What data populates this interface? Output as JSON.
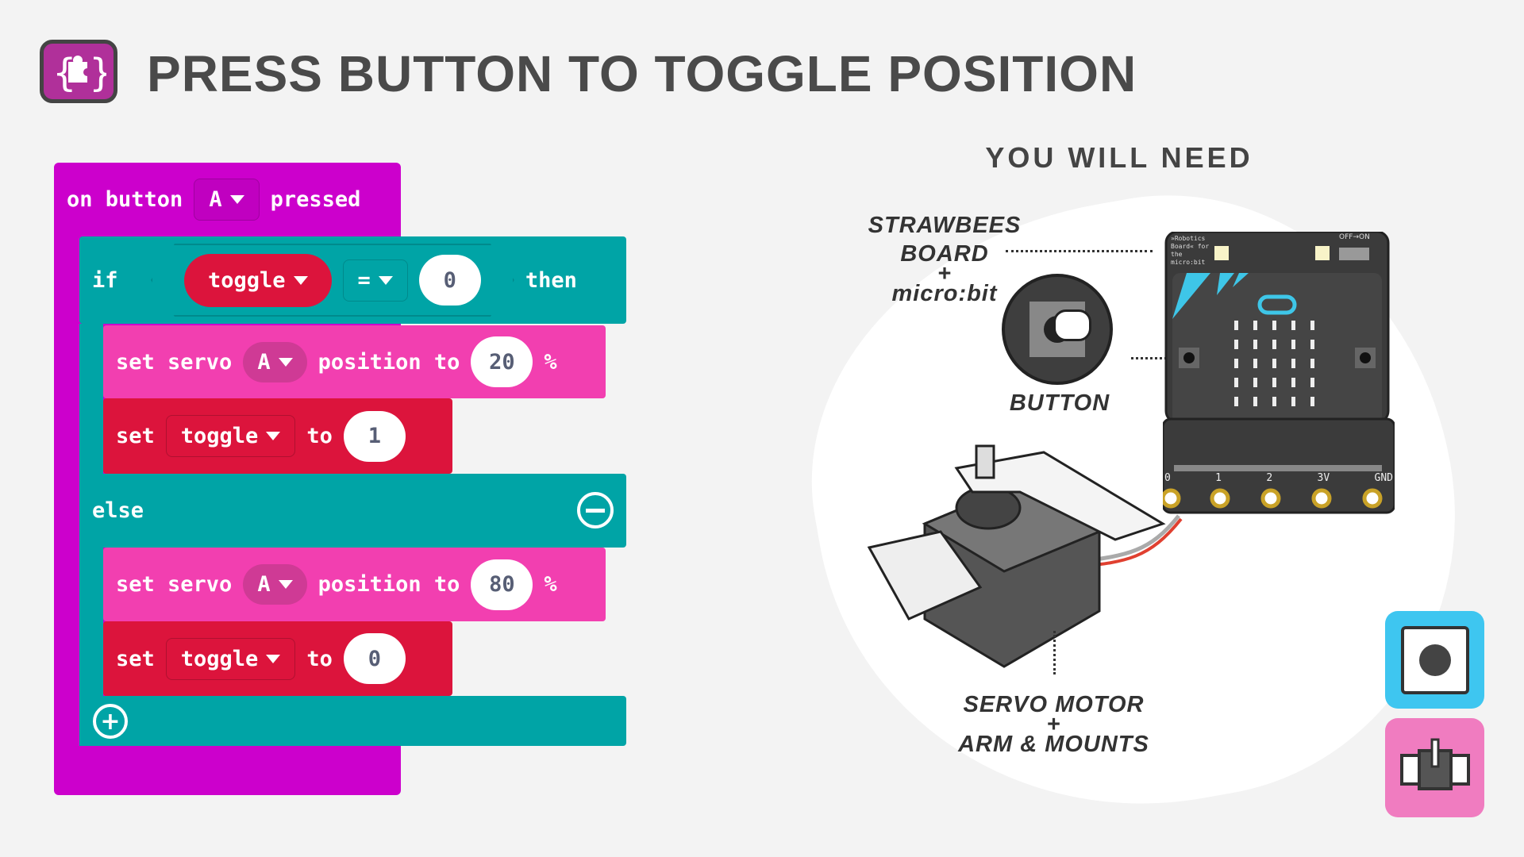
{
  "header": {
    "icon": "puzzle-brackets-icon",
    "title": "PRESS BUTTON TO TOGGLE POSITION"
  },
  "code": {
    "event": {
      "prefix": "on button",
      "button": "A",
      "suffix": "pressed"
    },
    "if": {
      "keyword": "if",
      "variable": "toggle",
      "operator": "=",
      "value": "0",
      "then": "then"
    },
    "then_servo": {
      "set": "set servo",
      "servo": "A",
      "position_to": "position to",
      "value": "20",
      "unit": "%"
    },
    "then_set": {
      "set": "set",
      "variable": "toggle",
      "to": "to",
      "value": "1"
    },
    "else": {
      "keyword": "else",
      "remove_icon": "minus-circle-icon"
    },
    "else_servo": {
      "set": "set servo",
      "servo": "A",
      "position_to": "position to",
      "value": "80",
      "unit": "%"
    },
    "else_set": {
      "set": "set",
      "variable": "toggle",
      "to": "to",
      "value": "0"
    },
    "add_icon": "plus-circle-icon"
  },
  "need": {
    "heading": "YOU WILL NEED",
    "board_label": "STRAWBEES BOARD",
    "plus": "+",
    "board_label2": "micro:bit",
    "button_label": "BUTTON",
    "servo_label": "SERVO MOTOR",
    "servo_label2": "ARM & MOUNTS",
    "board_text": {
      "brand": "»Robotics Board« for the micro:bit",
      "switch": "OFF→ON",
      "pins": [
        "0",
        "1",
        "2",
        "3V",
        "GND"
      ]
    }
  },
  "colors": {
    "event": "#cc00cc",
    "logic": "#00a4a6",
    "servo": "#f23fb0",
    "variable": "#dc143c"
  }
}
